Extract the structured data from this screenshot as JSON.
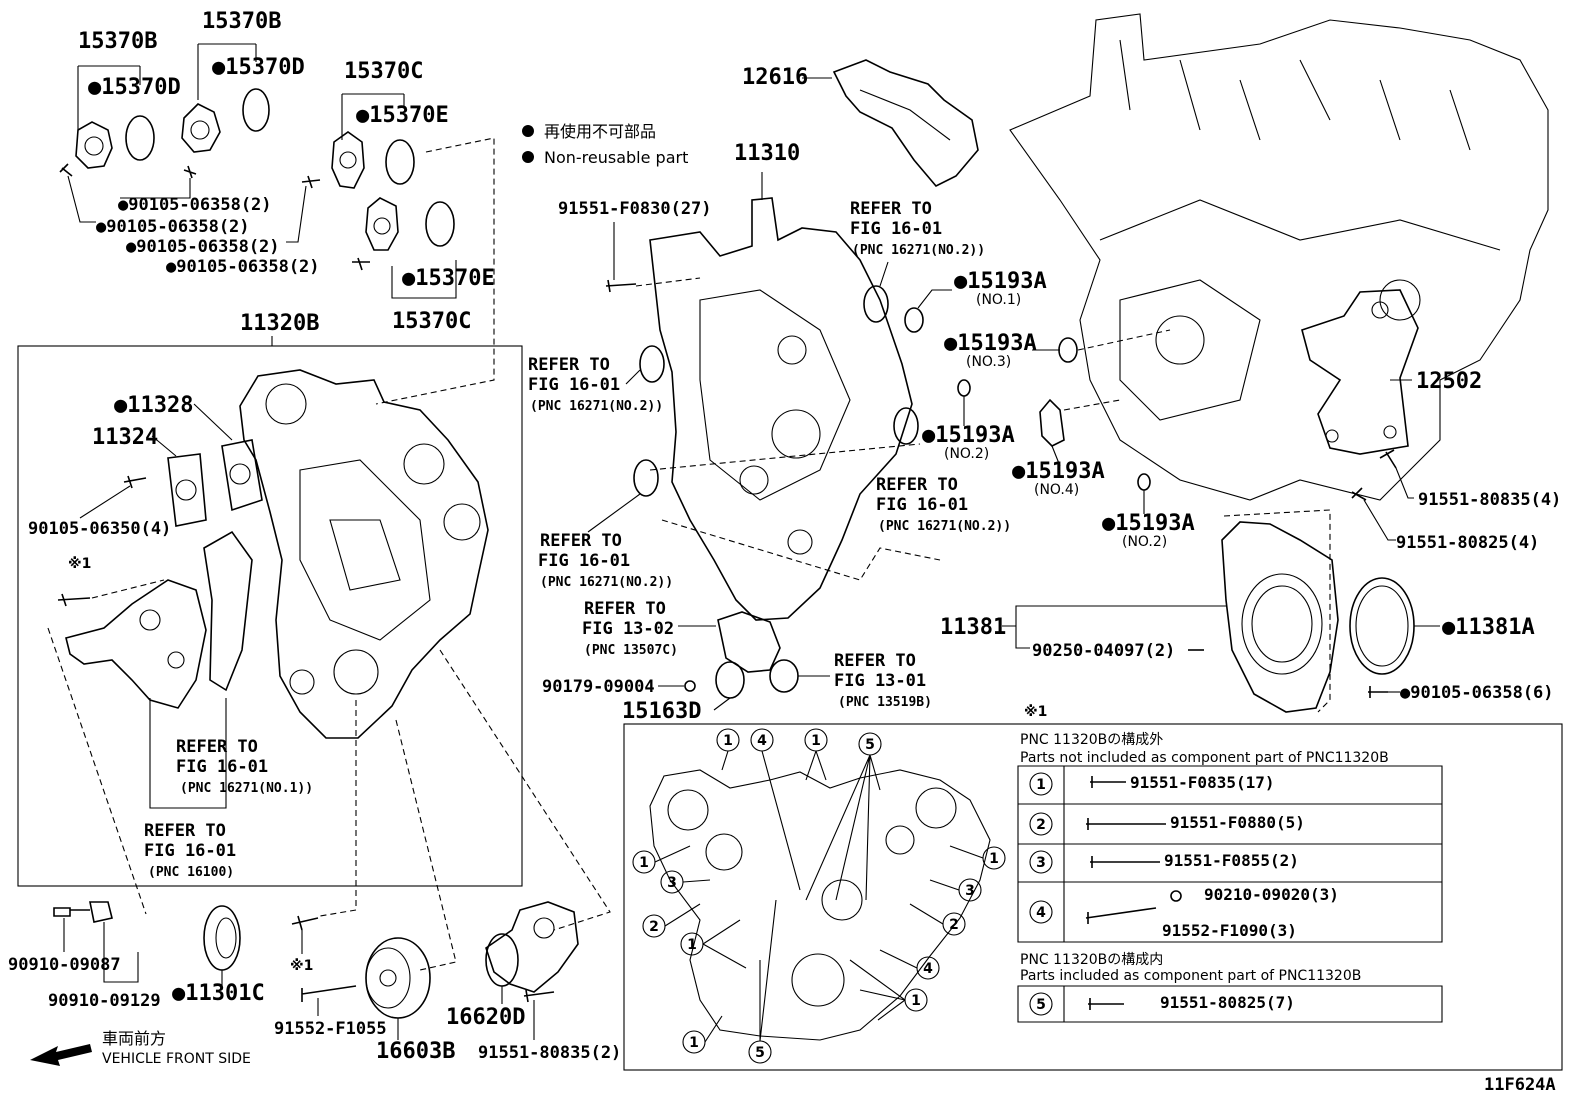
{
  "figure_code": "11F624A",
  "legend": {
    "non_reusable_jp": "再使用不可部品",
    "non_reusable_en": "Non-reusable part"
  },
  "direction": {
    "jp": "車両前方",
    "en": "VEHICLE FRONT SIDE"
  },
  "note_mark": "※1",
  "labels": {
    "p15370B_a": "15370B",
    "p15370D_a": "●15370D",
    "p15370B_b": "15370B",
    "p15370D_b": "●15370D",
    "p15370C_a": "15370C",
    "p15370E_a": "●15370E",
    "p15370E_b": "●15370E",
    "p15370C_b": "15370C",
    "b1": "●90105-06358(2)",
    "b2": "●90105-06358(2)",
    "b3": "●90105-06358(2)",
    "b4": "●90105-06358(2)",
    "p11320B": "11320B",
    "p11328": "●11328",
    "p11324": "11324",
    "p90105_06350": "90105-06350(4)",
    "p12616": "12616",
    "p11310": "11310",
    "p91551_F0830": "91551-F0830(27)",
    "p15193A_1": "●15193A",
    "p15193A_1n": "(NO.1)",
    "p15193A_3": "●15193A",
    "p15193A_3n": "(NO.3)",
    "p15193A_2a": "●15193A",
    "p15193A_2an": "(NO.2)",
    "p15193A_4": "●15193A",
    "p15193A_4n": "(NO.4)",
    "p15193A_2b": "●15193A",
    "p15193A_2bn": "(NO.2)",
    "p12502": "12502",
    "p91551_80835_4": "91551-80835(4)",
    "p91551_80825_4": "91551-80825(4)",
    "p11381": "11381",
    "p11381A": "●11381A",
    "p90250": "90250-04097(2)",
    "p90105_06358_6": "●90105-06358(6)",
    "p90179": "90179-09004",
    "p15163D": "15163D",
    "p90910_09087": "90910-09087",
    "p90910_09129": "90910-09129",
    "p11301C": "●11301C",
    "p91552_F1055": "91552-F1055",
    "p16603B": "16603B",
    "p16620D": "16620D",
    "p91551_80835_2": "91551-80835(2)"
  },
  "refs": {
    "r1": [
      "REFER TO",
      "FIG 16-01",
      "(PNC 16271(NO.2))"
    ],
    "r2": [
      "REFER TO",
      "FIG 16-01",
      "(PNC 16271(NO.2))"
    ],
    "r3": [
      "REFER TO",
      "FIG 16-01",
      "(PNC 16271(NO.2))"
    ],
    "r4": [
      "REFER TO",
      "FIG 16-01",
      "(PNC 16271(NO.2))"
    ],
    "r5": [
      "REFER TO",
      "FIG 13-02",
      "(PNC 13507C)"
    ],
    "r6": [
      "REFER TO",
      "FIG 13-01",
      "(PNC 13519B)"
    ],
    "r7": [
      "REFER TO",
      "FIG 16-01",
      "(PNC 16271(NO.1))"
    ],
    "r8": [
      "REFER TO",
      "FIG 16-01",
      "(PNC 16100)"
    ]
  },
  "table": {
    "header1_jp": "PNC 11320Bの構成外",
    "header1_en": "Parts not included as component part of PNC11320B",
    "header2_jp": "PNC 11320Bの構成内",
    "header2_en": "Parts included as component part of PNC11320B",
    "rows": [
      {
        "num": "1",
        "parts": [
          "91551-F0835(17)"
        ]
      },
      {
        "num": "2",
        "parts": [
          "91551-F0880(5)"
        ]
      },
      {
        "num": "3",
        "parts": [
          "91551-F0855(2)"
        ]
      },
      {
        "num": "4",
        "parts": [
          "90210-09020(3)",
          "91552-F1090(3)"
        ]
      },
      {
        "num": "5",
        "parts": [
          "91551-80825(7)"
        ]
      }
    ]
  }
}
